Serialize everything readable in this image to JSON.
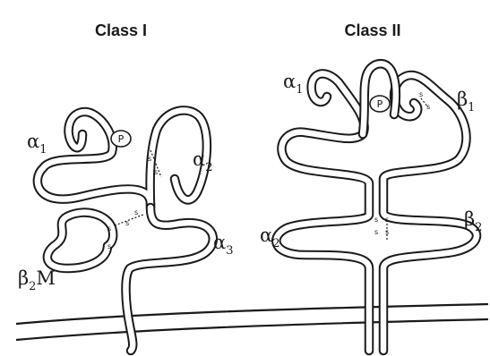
{
  "titles": {
    "class1": "Class I",
    "class2": "Class II"
  },
  "labels": {
    "class1_alpha1": {
      "greek": "α",
      "sub": "1"
    },
    "class1_alpha2": {
      "greek": "α",
      "sub": "2"
    },
    "class1_alpha3": {
      "greek": "α",
      "sub": "3"
    },
    "class1_b2m": {
      "greek": "β",
      "sub": "2",
      "suffix": "M"
    },
    "class2_alpha1": {
      "greek": "α",
      "sub": "1"
    },
    "class2_beta1": {
      "greek": "β",
      "sub": "1"
    },
    "class2_alpha2": {
      "greek": "α",
      "sub": "2"
    },
    "class2_beta2": {
      "greek": "β",
      "sub": "2"
    }
  },
  "peptide_label": "P",
  "disulfide_letter": "s"
}
